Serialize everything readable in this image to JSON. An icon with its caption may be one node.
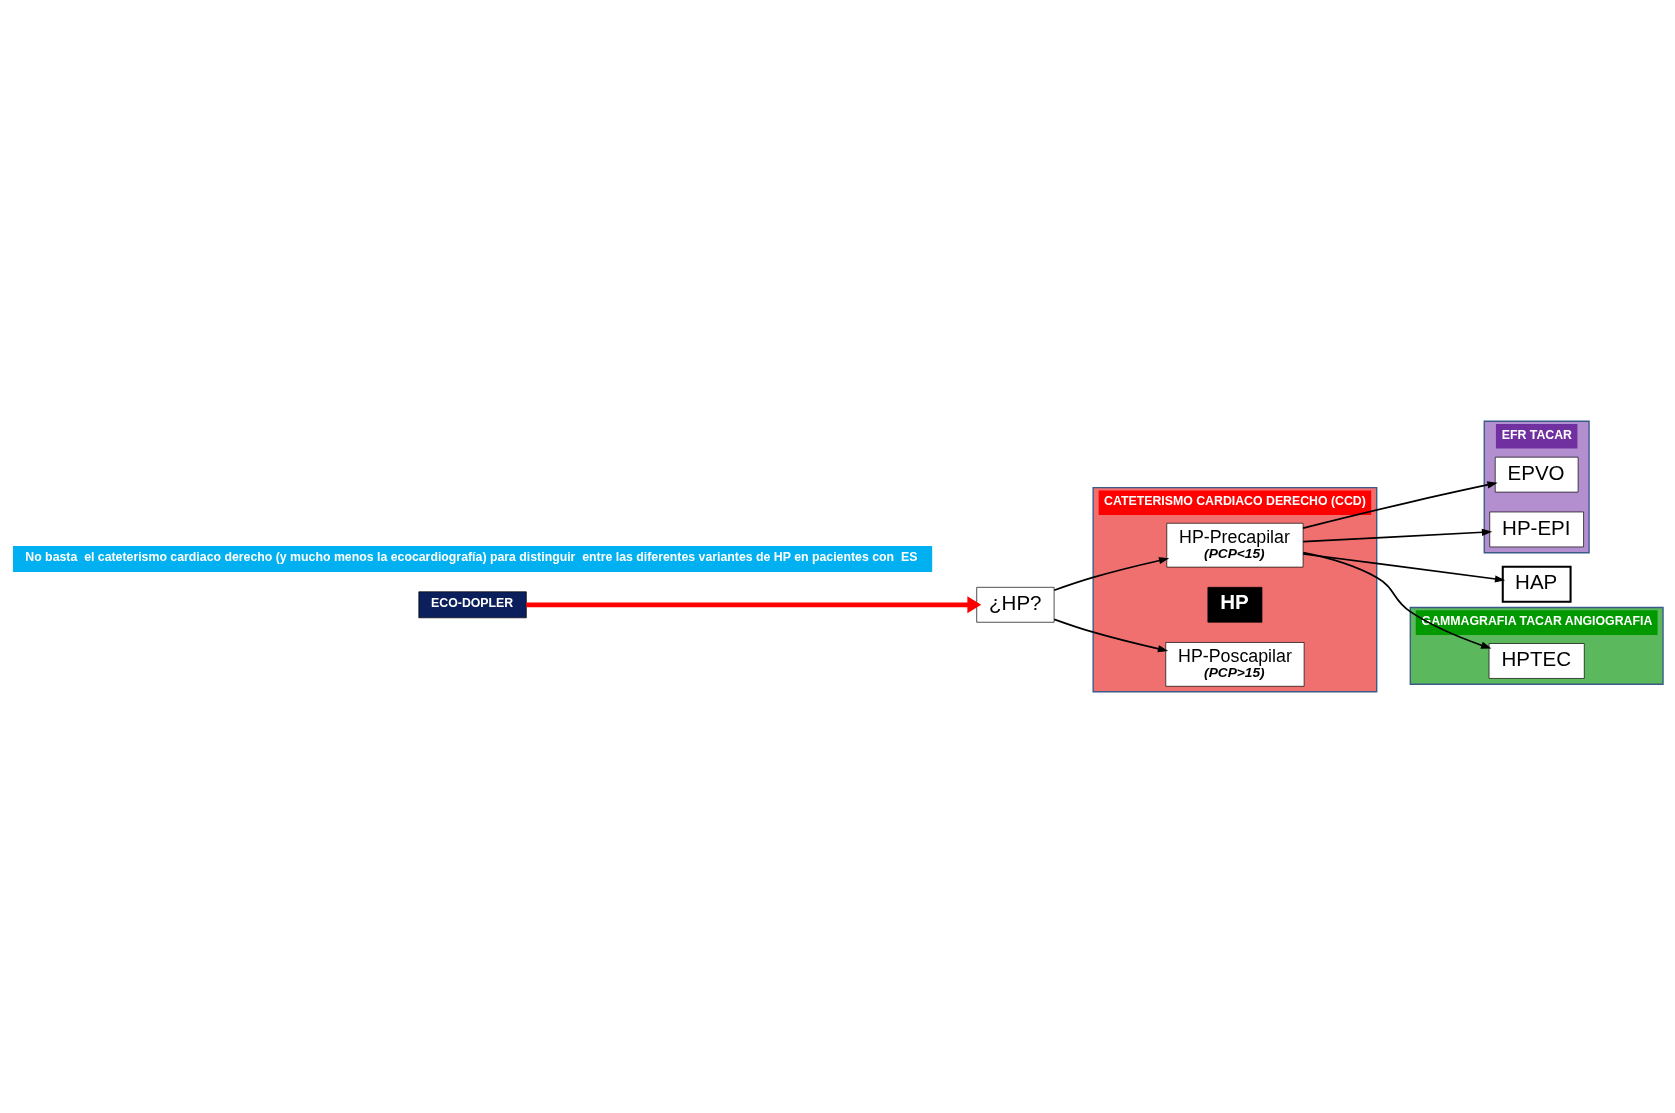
{
  "diagram": {
    "nodes": [
      {
        "text": [
          "ECO-DOPLER"
        ]
      },
      {
        "text": [
          "¿HP?"
        ]
      },
      {
        "text": [
          "CATETERISMO CARDIACO DERECHO (CCD)"
        ]
      },
      {
        "text": [
          "HP-Poscapilar",
          "(PCP>15)"
        ],
        "in": 2
      },
      {
        "text": [
          "HP"
        ],
        "in": 2
      },
      {
        "text": [
          "HP-Precapilar",
          "(PCP<15)"
        ],
        "in": 2
      },
      {
        "text": [
          "EFR TACAR"
        ]
      },
      {
        "text": [
          "HP-EPI"
        ],
        "in": 6
      },
      {
        "text": [
          "EPVO"
        ],
        "in": 6
      },
      {
        "text": [
          "HAP"
        ]
      },
      {
        "text": [
          "GAMMAGRAFIA TACAR ANGIOGRAFIA"
        ]
      },
      {
        "text": [
          "HPTEC"
        ],
        "in": 10
      },
      {
        "text": [
          "No basta  el cateterismo cardiaco derecho (y mucho menos la ecocardiografía) para distinguir  entre las diferentes variantes de HP en pacientes con  ES"
        ]
      }
    ],
    "edges": [
      {
        "from": 0,
        "to": 1,
        "arrow": "to",
        "style": "thick",
        "color": "#ff0000"
      },
      {
        "from": 1,
        "to": 3,
        "arrow": "to"
      },
      {
        "from": 1,
        "to": 5,
        "arrow": "to"
      },
      {
        "from": 5,
        "to": 7,
        "arrow": "to"
      },
      {
        "from": 5,
        "to": 8,
        "arrow": "to"
      },
      {
        "from": 5,
        "to": 9,
        "arrow": "to"
      },
      {
        "from": 5,
        "to": 11,
        "arrow": "to"
      }
    ]
  }
}
